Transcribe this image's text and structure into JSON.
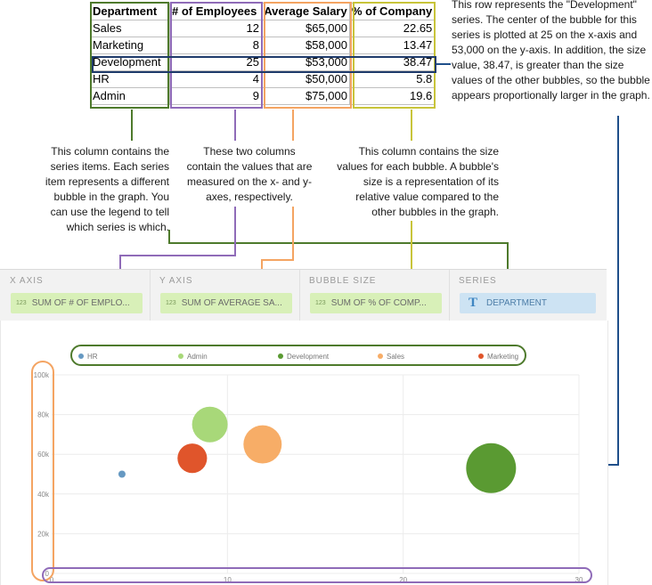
{
  "table": {
    "headers": [
      "Department",
      "# of Employees",
      "Average Salary",
      "% of Company"
    ],
    "rows": [
      {
        "department": "Sales",
        "employees": "12",
        "salary": "$65,000",
        "pct": "22.65"
      },
      {
        "department": "Marketing",
        "employees": "8",
        "salary": "$58,000",
        "pct": "13.47"
      },
      {
        "department": "Development",
        "employees": "25",
        "salary": "$53,000",
        "pct": "38.47"
      },
      {
        "department": "HR",
        "employees": "4",
        "salary": "$50,000",
        "pct": "5.8"
      },
      {
        "department": "Admin",
        "employees": "9",
        "salary": "$75,000",
        "pct": "19.6"
      }
    ]
  },
  "notes": {
    "series_column": "This column contains the series items. Each series item represents a different bubble in the graph. You can use the legend to tell which series is which.",
    "value_columns": "These two columns contain the values that are measured on the x- and y-axes, respectively.",
    "size_column": "This column contains the size values for each bubble. A bubble's size is a representation of its relative value compared to the other bubbles in the graph.",
    "row_note": "This row represents the \"Development\" series. The center of the bubble for this series is plotted at 25 on the x-axis and 53,000 on the y-axis. In addition, the size value, 38.47, is greater than the size values of the other bubbles, so the bubble appears proportionally larger in the graph."
  },
  "pivot": {
    "x_axis": {
      "title": "X AXIS",
      "type_tag": "123",
      "field": "SUM OF # OF EMPLO..."
    },
    "y_axis": {
      "title": "Y AXIS",
      "type_tag": "123",
      "field": "SUM OF AVERAGE SA..."
    },
    "bubble_size": {
      "title": "BUBBLE SIZE",
      "type_tag": "123",
      "field": "SUM OF % OF COMP..."
    },
    "series": {
      "title": "SERIES",
      "type_tag": "T",
      "field": "DEPARTMENT"
    }
  },
  "colors": {
    "series_box": "#4e7a2c",
    "value_x_box": "#8f6bb8",
    "value_y_box": "#f4a462",
    "size_box": "#c8c43a",
    "row_box": "#1f3b6b",
    "arrow_legend": "#4e7a2c",
    "arrow_y": "#f4a462",
    "arrow_x": "#8f6bb8",
    "arrow_size": "#c8c43a",
    "arrow_row": "#1f4f8a"
  },
  "chart_data": {
    "type": "scatter",
    "variant": "bubble",
    "legend_position": "top",
    "grid": true,
    "xlim": [
      0,
      30
    ],
    "ylim": [
      0,
      100000
    ],
    "x_ticks": [
      "0",
      "10",
      "20",
      "30"
    ],
    "y_ticks": [
      "0",
      "20k",
      "40k",
      "60k",
      "80k",
      "100k"
    ],
    "legend": [
      "HR",
      "Admin",
      "Development",
      "Sales",
      "Marketing"
    ],
    "series": [
      {
        "name": "HR",
        "x": 4,
        "y": 50000,
        "size": 5.8,
        "color": "#6699c2"
      },
      {
        "name": "Admin",
        "x": 9,
        "y": 75000,
        "size": 19.6,
        "color": "#a8d879"
      },
      {
        "name": "Development",
        "x": 25,
        "y": 53000,
        "size": 38.47,
        "color": "#5a9a32"
      },
      {
        "name": "Sales",
        "x": 12,
        "y": 65000,
        "size": 22.65,
        "color": "#f7ad67"
      },
      {
        "name": "Marketing",
        "x": 8,
        "y": 58000,
        "size": 13.47,
        "color": "#e0552b"
      }
    ]
  }
}
